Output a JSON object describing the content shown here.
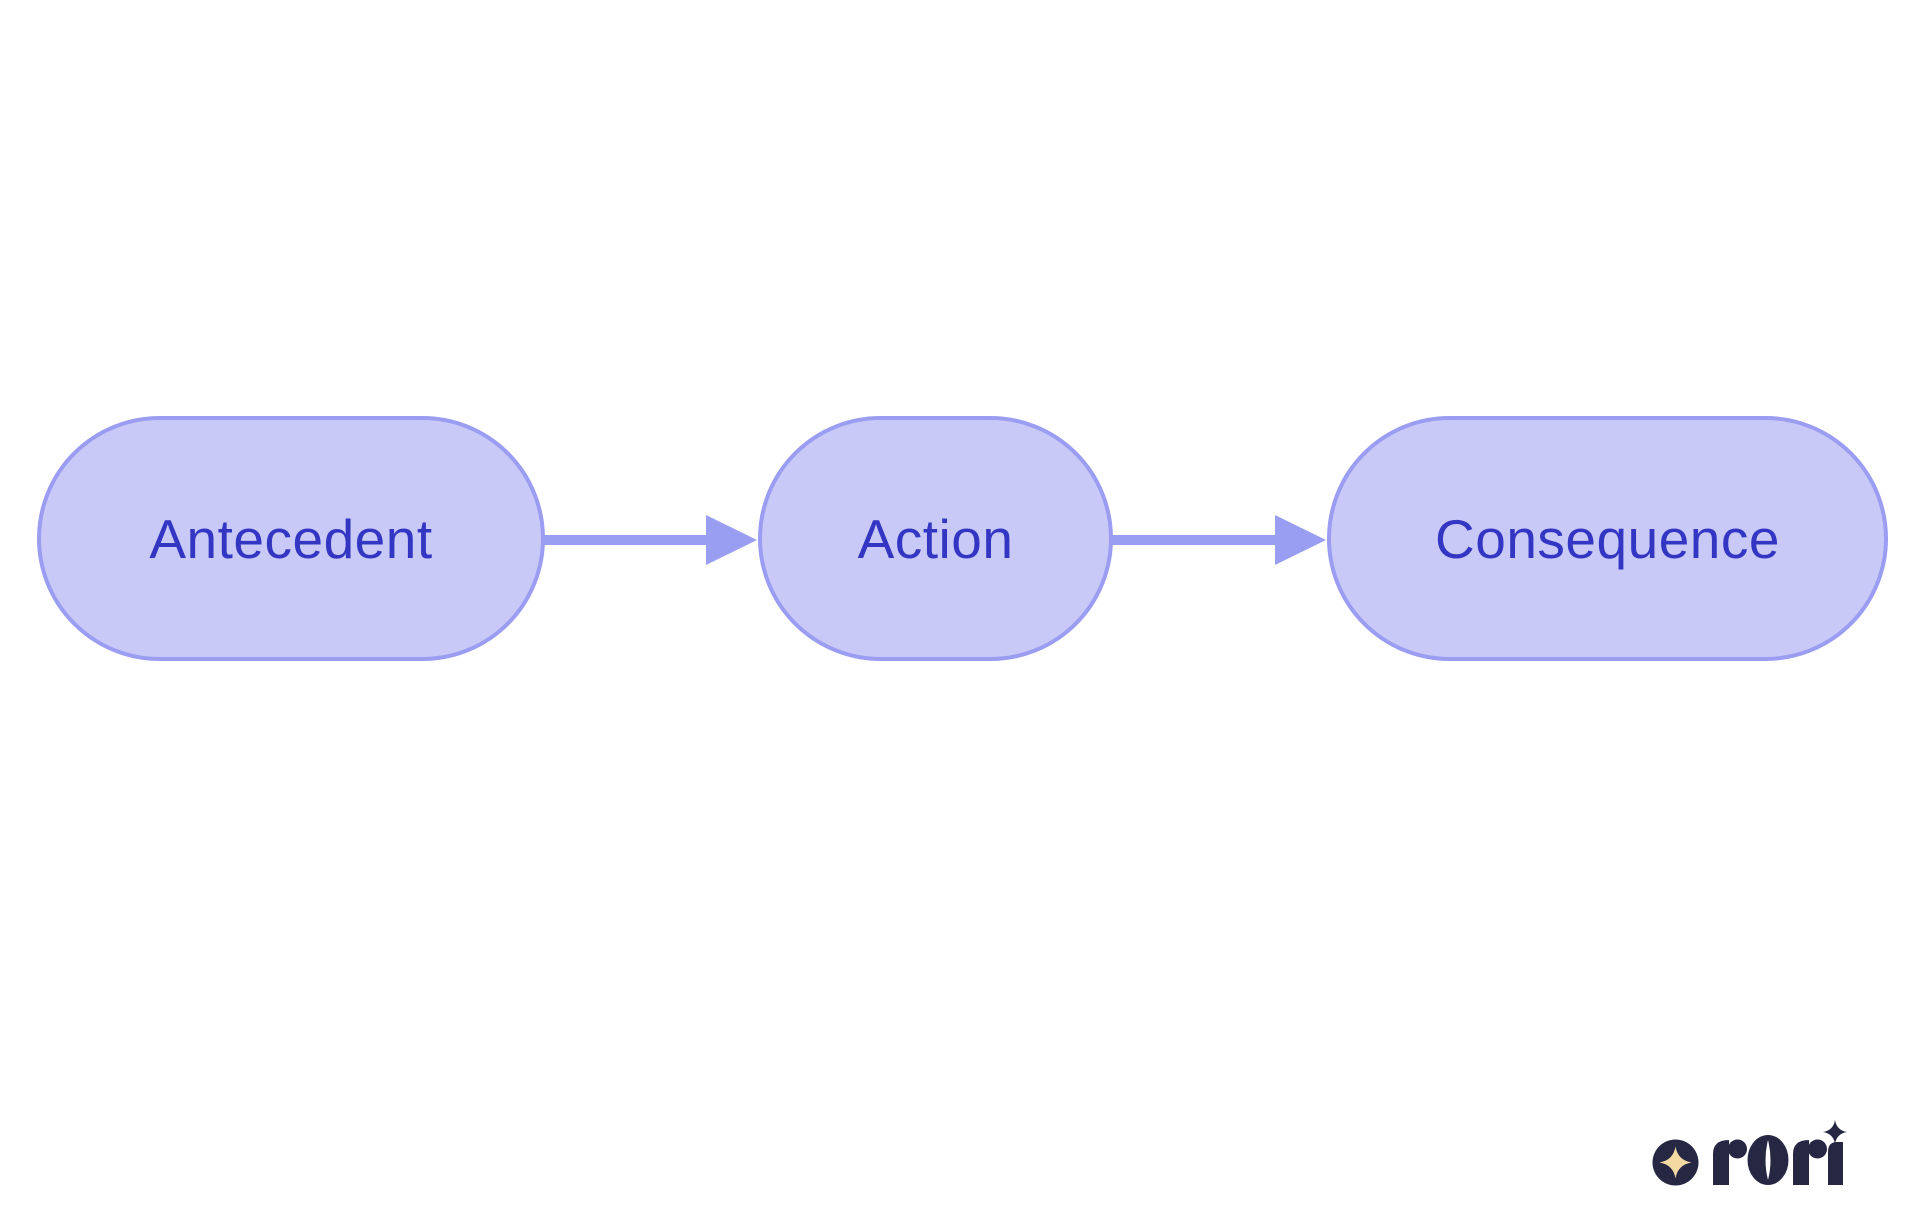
{
  "diagram": {
    "type": "flowchart",
    "direction": "left-to-right",
    "nodes": [
      {
        "id": "antecedent",
        "label": "Antecedent"
      },
      {
        "id": "action",
        "label": "Action"
      },
      {
        "id": "consequence",
        "label": "Consequence"
      }
    ],
    "edges": [
      {
        "from": "antecedent",
        "to": "action"
      },
      {
        "from": "action",
        "to": "consequence"
      }
    ],
    "colors": {
      "background": "#ffffff",
      "node_fill": "#c9c9f8",
      "node_border": "#9a9df2",
      "node_text": "#3336c2",
      "arrow": "#9a9ef2"
    }
  },
  "logo": {
    "brand": "rori",
    "badge_icon": "four-point-star",
    "tittle_icon": "four-point-sparkle",
    "colors": {
      "navy": "#262743",
      "gold": "#f3d9a2"
    }
  }
}
